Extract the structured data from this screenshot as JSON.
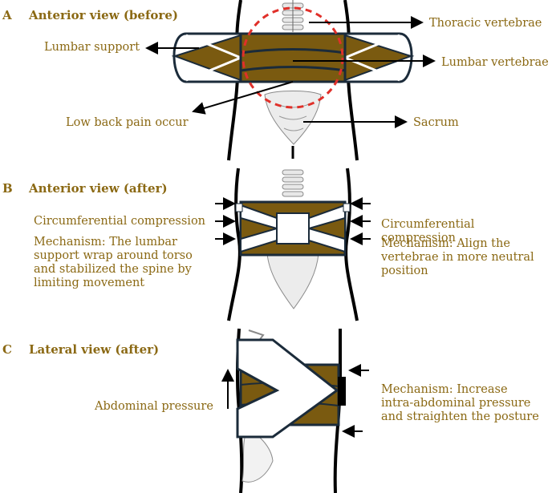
{
  "colors": {
    "brace": "#7a5a10",
    "text": "#8B6914",
    "outline": "#1b2b3a",
    "circle": "#e0302a",
    "bone": "#8a8a8a"
  },
  "panels": [
    {
      "letter": "A",
      "title": "Anterior view (before)"
    },
    {
      "letter": "B",
      "title": "Anterior view (after)"
    },
    {
      "letter": "C",
      "title": "Lateral view (after)"
    }
  ],
  "labels": {
    "lumbar_support": "Lumbar support",
    "thoracic": "Thoracic vertebrae",
    "lumbar_vertebrae": "Lumbar vertebrae",
    "low_back_pain": "Low back pain occur",
    "sacrum": "Sacrum",
    "circ_left": "Circumferential compression",
    "circ_right": "Circumferential compression",
    "mech_b_left": "Mechanism: The lumbar\nsupport wrap around torso\nand stabilized the spine by\nlimiting movement",
    "mech_b_right": "Mechanism: Align the\nvertebrae in more neutral\nposition",
    "abdominal": "Abdominal pressure",
    "mech_c": "Mechanism: Increase\nintra-abdominal pressure\nand straighten the posture"
  }
}
